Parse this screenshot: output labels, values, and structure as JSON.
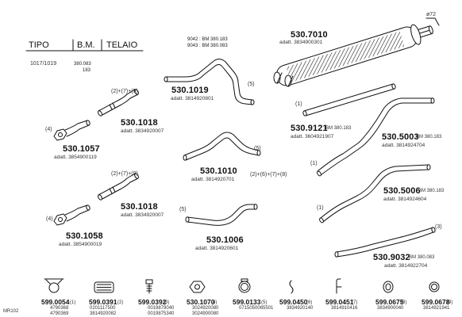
{
  "header": {
    "tipo": "TIPO",
    "bm": "B.M.",
    "telaio": "TELAIO"
  },
  "model_row": {
    "tipo": "1017/1019",
    "bm": "380.083",
    "bm2": "183"
  },
  "engine_codes": {
    "line1": "9042 : BM 380.183",
    "line2": "9043 : BM 380.083"
  },
  "diameter": "ø72",
  "doc_code": "MR102",
  "parts": [
    {
      "number": "530.7010",
      "ref": "adatt. 3834900301",
      "callout": ""
    },
    {
      "number": "530.1019",
      "ref": "adatt. 3814920801",
      "callout": "(5)"
    },
    {
      "number": "530.1018",
      "ref": "adatt. 3834920007",
      "callout": "(2)+(7)+(9)"
    },
    {
      "number": "530.1057",
      "ref": "adatt. 3854900119",
      "callout": "(4)"
    },
    {
      "number": "530.9121",
      "ref": "adatt. 3604921907",
      "callout": "(1)",
      "bm": "BM  380.183"
    },
    {
      "number": "530.5003",
      "ref": "adatt. 3814924704",
      "callout": "(1)",
      "bm": "BM  380.183"
    },
    {
      "number": "530.1010",
      "ref": "adatt. 3814920701",
      "callout": "(5)",
      "extra": "(2)+(6)+(7)+(8)"
    },
    {
      "number": "530.1018",
      "ref": "adatt. 3834920007",
      "callout": "(2)+(7)+(9)"
    },
    {
      "number": "530.1058",
      "ref": "adatt. 3854900019",
      "callout": "(4)"
    },
    {
      "number": "530.5006",
      "ref": "adatt. 3814924604",
      "callout": "(1)",
      "bm": "BM  380.183"
    },
    {
      "number": "530.1006",
      "ref": "adatt. 3814920601",
      "callout": "(5)"
    },
    {
      "number": "530.9032",
      "ref": "adatt. 3814922704",
      "callout": "(3)",
      "bm": "BM  380.083"
    }
  ],
  "fittings": [
    {
      "number": "599.0054",
      "idx": "(1)",
      "ref1": "4790368",
      "ref2": "4790369",
      "icon": "clamp-icon"
    },
    {
      "number": "599.0391",
      "idx": "(2)",
      "ref1": "0201117500",
      "ref2": "3814920082",
      "icon": "clamp-band-icon"
    },
    {
      "number": "599.0392",
      "idx": "(3)",
      "ref1": "0019879040",
      "ref2": "0019875340",
      "icon": "bolt-icon"
    },
    {
      "number": "530.1070",
      "idx": "(4)",
      "ref1": "3024920080",
      "ref2": "3024900080",
      "icon": "flange-icon"
    },
    {
      "number": "599.0133",
      "idx": "(5)",
      "ref1": "0715050065501",
      "ref2": "",
      "icon": "ring-clamp-icon"
    },
    {
      "number": "599.0450",
      "idx": "(6)",
      "ref1": "3834920140",
      "ref2": "",
      "icon": "hook-icon"
    },
    {
      "number": "599.0451",
      "idx": "(7)",
      "ref1": "3814910416",
      "ref2": "",
      "icon": "bracket-icon"
    },
    {
      "number": "599.0675",
      "idx": "(8)",
      "ref1": "3834900040",
      "ref2": "",
      "icon": "gasket-icon"
    },
    {
      "number": "599.0678",
      "idx": "(9)",
      "ref1": "3814921941",
      "ref2": "",
      "icon": "ring-icon"
    }
  ]
}
